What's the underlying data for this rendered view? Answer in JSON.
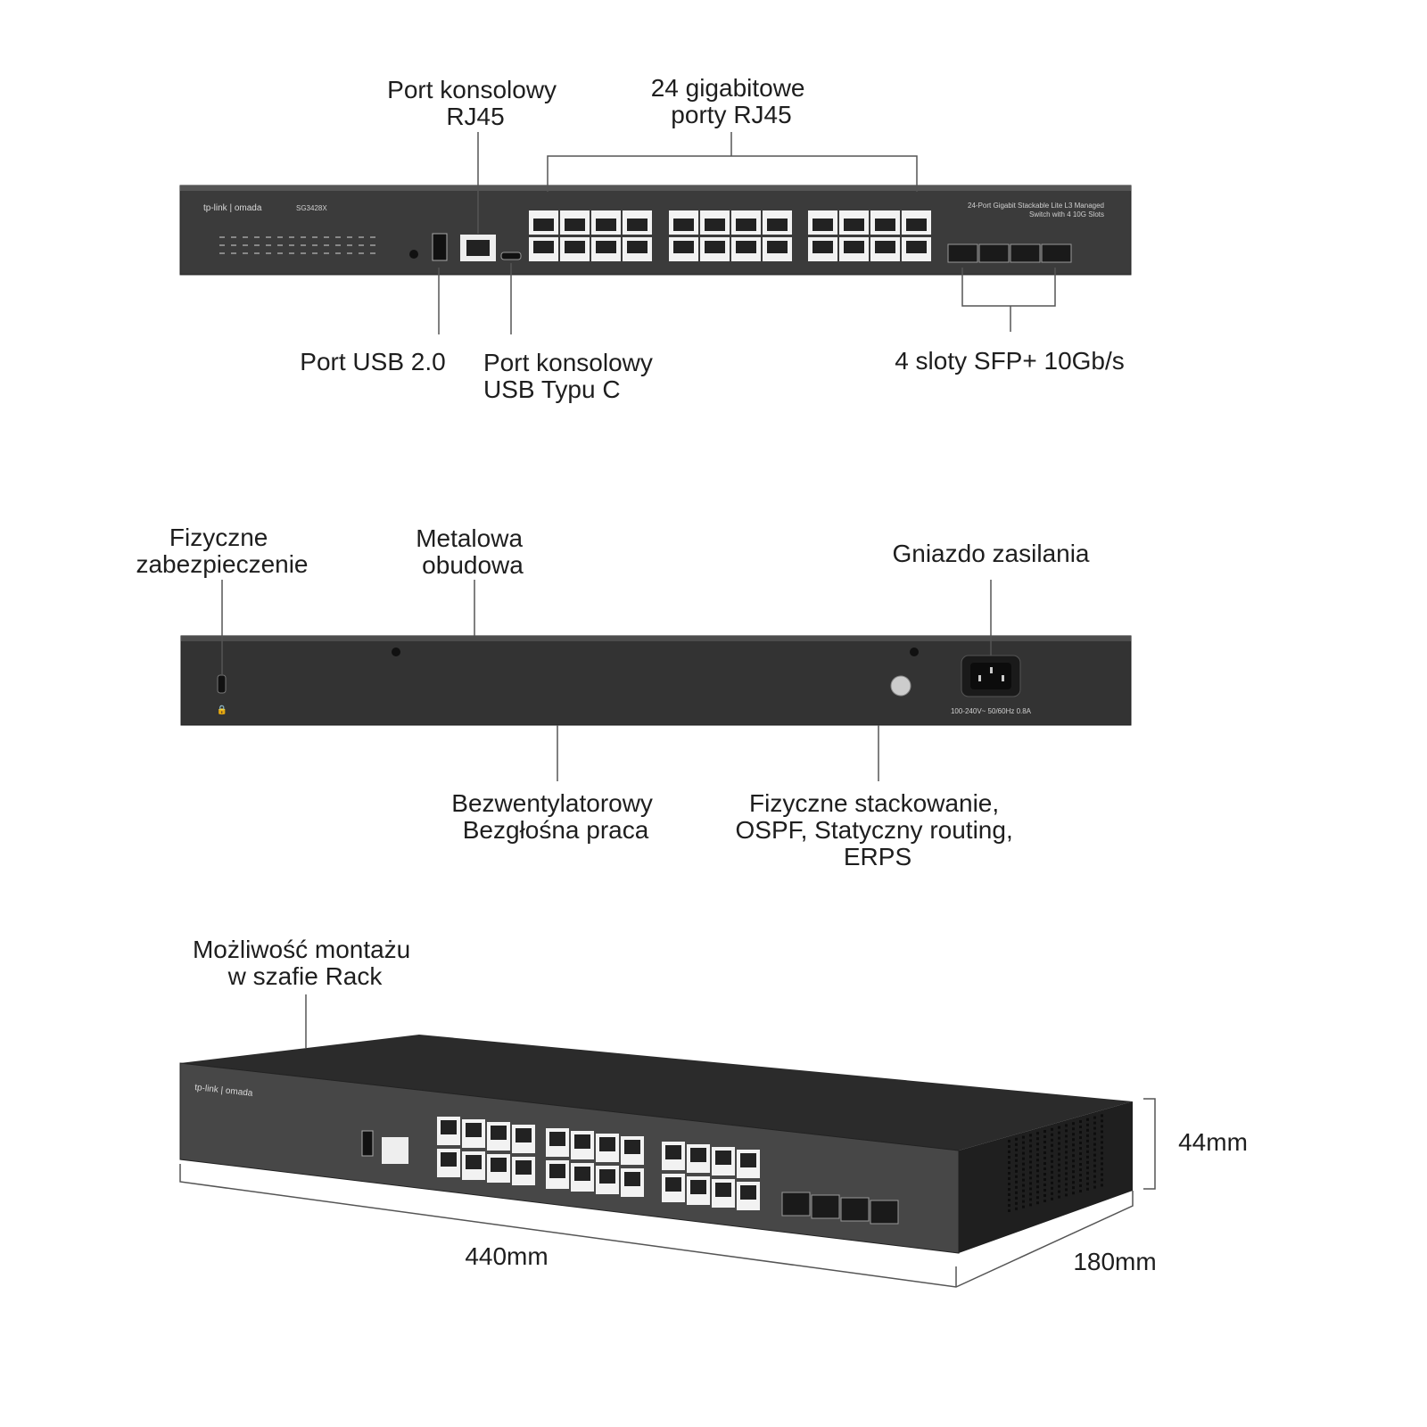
{
  "front_view": {
    "brand": "tp-link | omada",
    "model": "SG3428X",
    "description": [
      "24-Port Gigabit Stackable Lite L3 Managed",
      "Switch with 4 10G Slots"
    ],
    "callouts": {
      "console_rj45": [
        "Port konsolowy",
        "RJ45"
      ],
      "gigabit_ports": [
        "24 gigabitowe",
        "porty RJ45"
      ],
      "usb": [
        "Port USB 2.0"
      ],
      "console_usbc": [
        "Port konsolowy",
        "USB Typu C"
      ],
      "sfp": [
        "4 sloty SFP+ 10Gb/s"
      ]
    }
  },
  "rear_view": {
    "power_rating": "100-240V~ 50/60Hz 0.8A",
    "callouts": {
      "security": [
        "Fizyczne",
        "zabezpieczenie"
      ],
      "metal_case": [
        "Metalowa",
        "obudowa"
      ],
      "power": [
        "Gniazdo zasilania"
      ],
      "fanless": [
        "Bezwentylatorowy",
        "Bezgłośna praca"
      ],
      "stacking": [
        "Fizyczne stackowanie,",
        "OSPF, Statyczny routing,",
        "ERPS"
      ]
    }
  },
  "perspective_view": {
    "callouts": {
      "rack": [
        "Możliwość montażu",
        "w szafie Rack"
      ]
    },
    "dimensions": {
      "width": "440mm",
      "depth": "180mm",
      "height": "44mm"
    }
  },
  "colors": {
    "chassis": "#3a3a3a",
    "chassis_dark": "#2a2a2a",
    "port": "#f2f2f2"
  }
}
